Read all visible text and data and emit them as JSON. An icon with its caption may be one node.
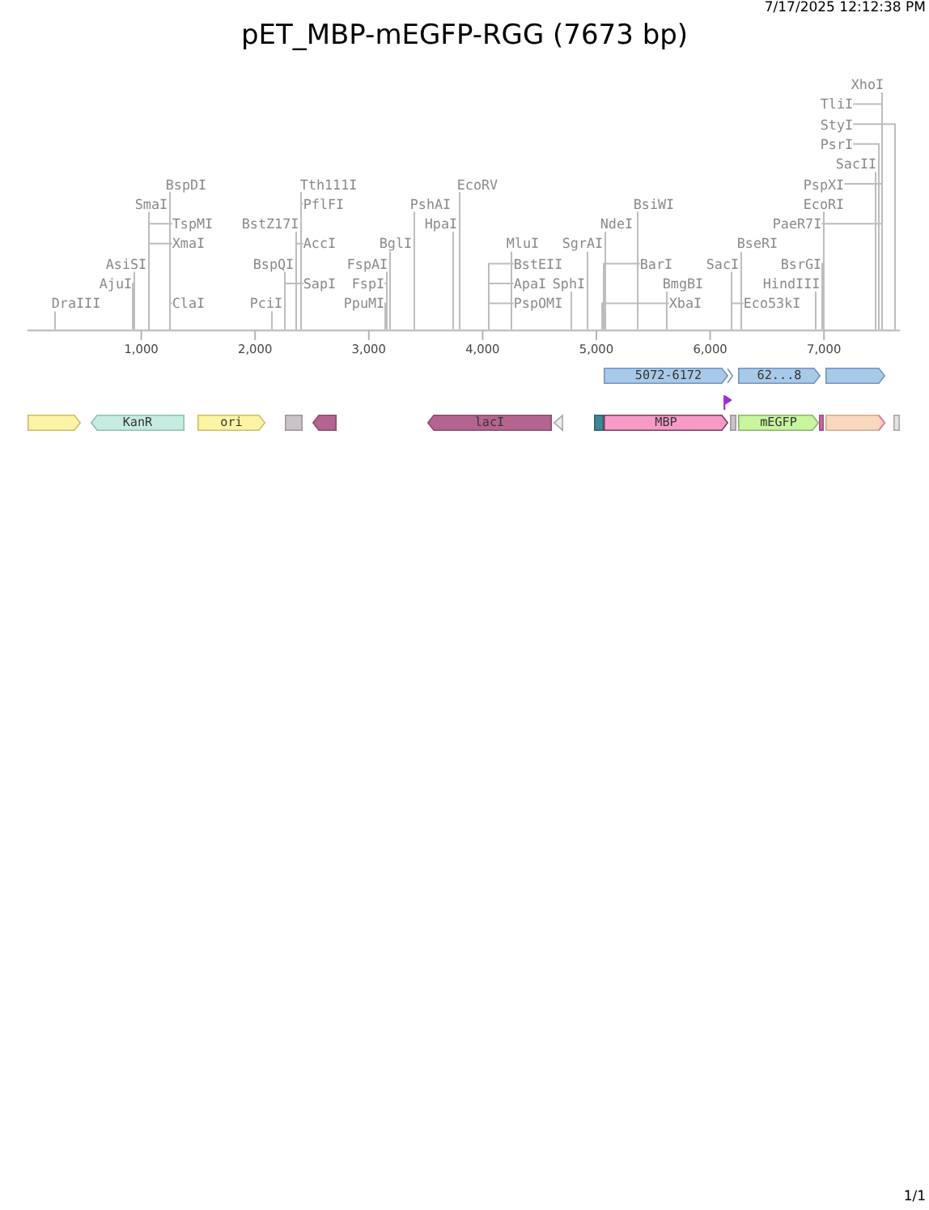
{
  "diagram": {
    "title": "pET_MBP-mEGFP-RGG (7673 bp)",
    "nodes": [
      {
        "text": [
          "DraIII"
        ]
      },
      {
        "text": [
          "AjuI"
        ]
      },
      {
        "text": [
          "AsiSI"
        ]
      },
      {
        "text": [
          "XmaI"
        ]
      },
      {
        "text": [
          "TspMI"
        ]
      },
      {
        "text": [
          "SmaI"
        ]
      },
      {
        "text": [
          "BspDI"
        ]
      },
      {
        "text": [
          "ClaI"
        ]
      },
      {
        "text": [
          "PciI"
        ]
      },
      {
        "text": [
          "SapI"
        ]
      },
      {
        "text": [
          "BspQI"
        ]
      },
      {
        "text": [
          "AccI"
        ]
      },
      {
        "text": [
          "BstZ17I"
        ]
      },
      {
        "text": [
          "PflFI"
        ]
      },
      {
        "text": [
          "Tth111I"
        ]
      },
      {
        "text": [
          "PpuMI"
        ]
      },
      {
        "text": [
          "FspI"
        ]
      },
      {
        "text": [
          "FspAI"
        ]
      },
      {
        "text": [
          "BglI"
        ]
      },
      {
        "text": [
          "HpaI"
        ]
      },
      {
        "text": [
          "PshAI"
        ]
      },
      {
        "text": [
          "EcoRV"
        ]
      },
      {
        "text": [
          "PspOMI"
        ]
      },
      {
        "text": [
          "ApaI"
        ]
      },
      {
        "text": [
          "BstEII"
        ]
      },
      {
        "text": [
          "MluI"
        ]
      },
      {
        "text": [
          "SphI"
        ]
      },
      {
        "text": [
          "SgrAI"
        ]
      },
      {
        "text": [
          "XbaI"
        ]
      },
      {
        "text": [
          "BarI"
        ]
      },
      {
        "text": [
          "NdeI"
        ]
      },
      {
        "text": [
          "BsiWI"
        ]
      },
      {
        "text": [
          "BmgBI"
        ]
      },
      {
        "text": [
          "Eco53kI"
        ]
      },
      {
        "text": [
          "SacI"
        ]
      },
      {
        "text": [
          "BseRI"
        ]
      },
      {
        "text": [
          "HindIII"
        ]
      },
      {
        "text": [
          "BsrGI"
        ]
      },
      {
        "text": [
          "PaeR7I"
        ]
      },
      {
        "text": [
          "EcoRI"
        ]
      },
      {
        "text": [
          "PspXI"
        ]
      },
      {
        "text": [
          "SacII"
        ]
      },
      {
        "text": [
          "PsrI"
        ]
      },
      {
        "text": [
          "StyI"
        ]
      },
      {
        "text": [
          "TliI"
        ]
      },
      {
        "text": [
          "XhoI"
        ]
      },
      {
        "text": [],
        "shape": "line",
        "beside": [
          "1,000",
          "2,000",
          "3,000",
          "4,000",
          "5,000",
          "6,000",
          "7,000"
        ]
      },
      {
        "text": [
          "5072-6172"
        ]
      },
      {
        "text": [
          "62...8"
        ]
      },
      {
        "text": [],
        "shape": "pentagon"
      },
      {
        "text": [],
        "shape": "pentagon"
      },
      {
        "text": [
          "KanR"
        ]
      },
      {
        "text": [
          "ori"
        ]
      },
      {
        "text": [],
        "shape": "box"
      },
      {
        "text": [],
        "shape": "pentagon"
      },
      {
        "text": [
          "lacI"
        ]
      },
      {
        "text": [],
        "shape": "triangle"
      },
      {
        "text": [],
        "shape": "bar"
      },
      {
        "text": [
          "MBP"
        ]
      },
      {
        "text": [],
        "shape": "bar"
      },
      {
        "text": [
          "mEGFP"
        ]
      },
      {
        "text": [],
        "shape": "bar"
      },
      {
        "text": [],
        "shape": "pentagon"
      },
      {
        "text": [],
        "shape": "box"
      }
    ],
    "edges": [
      {
        "from": 0,
        "to": 46,
        "arrow": "none"
      },
      {
        "from": 1,
        "to": 46,
        "arrow": "none"
      },
      {
        "from": 2,
        "to": 46,
        "arrow": "none"
      },
      {
        "from": 3,
        "to": 46,
        "arrow": "none"
      },
      {
        "from": 4,
        "to": 46,
        "arrow": "none"
      },
      {
        "from": 5,
        "to": 46,
        "arrow": "none"
      },
      {
        "from": 6,
        "to": 46,
        "arrow": "none"
      },
      {
        "from": 7,
        "to": 46,
        "arrow": "none"
      },
      {
        "from": 8,
        "to": 46,
        "arrow": "none"
      },
      {
        "from": 9,
        "to": 46,
        "arrow": "none"
      },
      {
        "from": 10,
        "to": 46,
        "arrow": "none"
      },
      {
        "from": 11,
        "to": 46,
        "arrow": "none"
      },
      {
        "from": 12,
        "to": 46,
        "arrow": "none"
      },
      {
        "from": 13,
        "to": 46,
        "arrow": "none"
      },
      {
        "from": 14,
        "to": 46,
        "arrow": "none"
      },
      {
        "from": 15,
        "to": 46,
        "arrow": "none"
      },
      {
        "from": 16,
        "to": 46,
        "arrow": "none"
      },
      {
        "from": 17,
        "to": 46,
        "arrow": "none"
      },
      {
        "from": 18,
        "to": 46,
        "arrow": "none"
      },
      {
        "from": 19,
        "to": 46,
        "arrow": "none"
      },
      {
        "from": 20,
        "to": 46,
        "arrow": "none"
      },
      {
        "from": 21,
        "to": 46,
        "arrow": "none"
      },
      {
        "from": 22,
        "to": 46,
        "arrow": "none"
      },
      {
        "from": 23,
        "to": 46,
        "arrow": "none"
      },
      {
        "from": 24,
        "to": 46,
        "arrow": "none"
      },
      {
        "from": 25,
        "to": 46,
        "arrow": "none"
      },
      {
        "from": 26,
        "to": 46,
        "arrow": "none"
      },
      {
        "from": 27,
        "to": 46,
        "arrow": "none"
      },
      {
        "from": 28,
        "to": 46,
        "arrow": "none"
      },
      {
        "from": 29,
        "to": 46,
        "arrow": "none"
      },
      {
        "from": 30,
        "to": 46,
        "arrow": "none"
      },
      {
        "from": 31,
        "to": 46,
        "arrow": "none"
      },
      {
        "from": 32,
        "to": 46,
        "arrow": "none"
      },
      {
        "from": 33,
        "to": 46,
        "arrow": "none"
      },
      {
        "from": 34,
        "to": 46,
        "arrow": "none"
      },
      {
        "from": 35,
        "to": 46,
        "arrow": "none"
      },
      {
        "from": 36,
        "to": 46,
        "arrow": "none"
      },
      {
        "from": 37,
        "to": 46,
        "arrow": "none"
      },
      {
        "from": 38,
        "to": 46,
        "arrow": "none"
      },
      {
        "from": 39,
        "to": 46,
        "arrow": "none"
      },
      {
        "from": 40,
        "to": 46,
        "arrow": "none"
      },
      {
        "from": 41,
        "to": 46,
        "arrow": "none"
      },
      {
        "from": 42,
        "to": 46,
        "arrow": "none"
      },
      {
        "from": 43,
        "to": 46,
        "arrow": "none"
      },
      {
        "from": 44,
        "to": 46,
        "arrow": "none"
      },
      {
        "from": 45,
        "to": 46,
        "arrow": "none"
      }
    ],
    "labels": [
      "7/17/2025 12:12:38 PM",
      "1/1"
    ]
  }
}
